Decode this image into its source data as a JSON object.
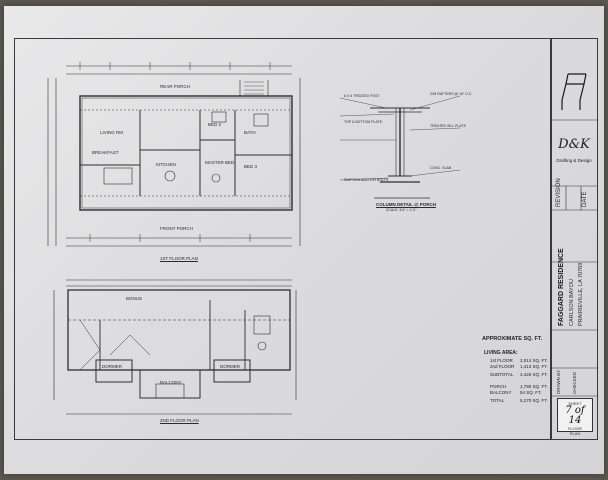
{
  "firm": {
    "logo_text": "D&K",
    "tagline": "Drafting & Design"
  },
  "project": {
    "name": "FAGGARD RESIDENCE",
    "address_line1": "CARLSON BAYOU",
    "address_line2": "PRAIRIEVILLE, LA 70769"
  },
  "sheet": {
    "label": "SHEET",
    "number": "7 of 14",
    "title_line1": "FLOOR",
    "title_line2": "PLAN"
  },
  "plans": {
    "first_floor": {
      "rear_porch": "REAR PORCH",
      "front_porch": "FRONT PORCH",
      "living": "LIVING RM",
      "kitchen": "KITCHEN",
      "breakfast": "BREAKFAST",
      "bed2": "BED 2",
      "bed3": "BED 3",
      "bath": "BATH",
      "master": "MASTER BED",
      "caption": "1ST FLOOR PLAN"
    },
    "second_floor": {
      "bonus": "BONUS",
      "balcony": "BALCONY",
      "dormer_left": "DORMER",
      "dormer_right": "DORMER",
      "caption": "2ND FLOOR PLAN"
    },
    "detail": {
      "caption": "COLUMN DETAIL @ PORCH",
      "scale": "SCALE: 3/4\" = 1'-0\"",
      "note1": "6 X 6 TREATED POST",
      "note2": "TOP & BOTTOM PLATE",
      "note3": "SIMPSON ANCHOR BOLTS",
      "note4": "2X8 RAFTERS @ 16\" O.C.",
      "note5": "TREATED SILL PLATE",
      "note6": "CONC. SLAB"
    }
  },
  "sqft": {
    "title": "APPROXIMATE SQ. FT.",
    "living_label": "LIVING AREA:",
    "rows": [
      {
        "label": "1st FLOOR",
        "value": "2,014 SQ. FT."
      },
      {
        "label": "2nd FLOOR",
        "value": "1,413 SQ. FT."
      },
      {
        "label": "SUBTOTAL",
        "value": "3,426 SQ. FT."
      },
      {
        "label": "PORCH",
        "value": "1,790 SQ. FT."
      },
      {
        "label": "BALCONY",
        "value": "54 SQ. FT."
      },
      {
        "label": "TOTAL",
        "value": "5,270 SQ. FT."
      }
    ]
  },
  "title_block": {
    "revision_label": "REVISION",
    "date_label": "DATE",
    "drawn_label": "DRAWN BY",
    "checked_label": "CHECKED"
  }
}
